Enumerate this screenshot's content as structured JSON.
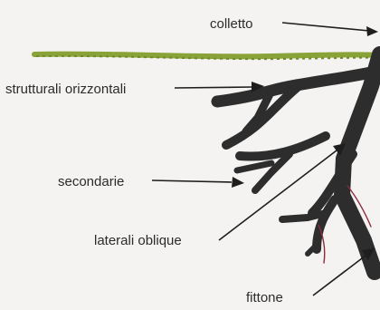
{
  "labels": {
    "colletto": "colletto",
    "strutturali_orizzontali": "strutturali orizzontali",
    "secondarie": "secondarie",
    "laterali_oblique": "laterali oblique",
    "fittone": "fittone"
  },
  "colors": {
    "background": "#f4f3f1",
    "ground": "#8aa338",
    "root": "#2e2d2e",
    "root_highlight": "#8a2b3c",
    "text": "#2b2b2b"
  }
}
